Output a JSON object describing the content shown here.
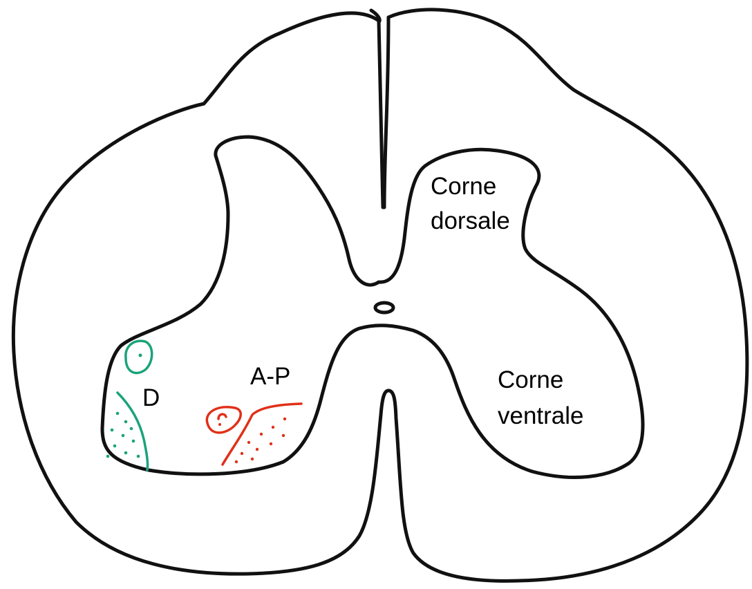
{
  "labels": {
    "dorsal_horn": [
      "Corne",
      "dorsale"
    ],
    "ventral_horn": [
      "Corne",
      "ventrale"
    ],
    "dorsal_nucleus": "D",
    "anterior_posterior_nucleus": "A-P"
  },
  "colors": {
    "outline": "#111111",
    "dorsal_nucleus": "#1aa37a",
    "anterior_posterior_nucleus": "#e0301a",
    "background": "#ffffff"
  }
}
